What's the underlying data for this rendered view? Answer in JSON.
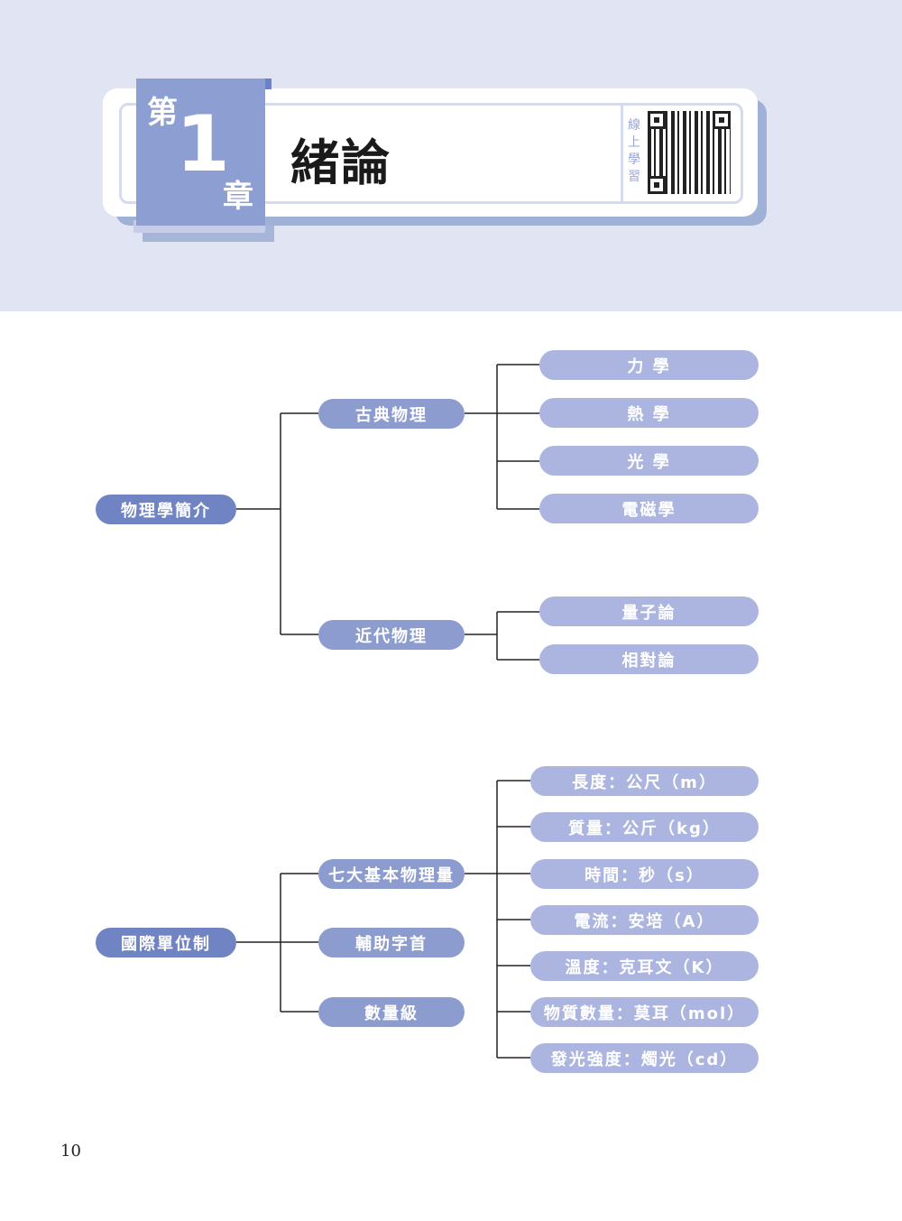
{
  "chapter": {
    "prefix": "第",
    "number": "1",
    "suffix": "章",
    "title": "緒論",
    "qr_label": "線上學習"
  },
  "tree1": {
    "root": "物理學簡介",
    "classical": {
      "label": "古典物理",
      "children": [
        "力 學",
        "熱 學",
        "光 學",
        "電磁學"
      ]
    },
    "modern": {
      "label": "近代物理",
      "children": [
        "量子論",
        "相對論"
      ]
    }
  },
  "tree2": {
    "root": "國際單位制",
    "branches": [
      "七大基本物理量",
      "輔助字首",
      "數量級"
    ],
    "quantities": [
      "長度：公尺（m）",
      "質量：公斤（kg）",
      "時間：秒（s）",
      "電流：安培（A）",
      "溫度：克耳文（K）",
      "物質數量：莫耳（mol）",
      "發光強度：燭光（cd）"
    ]
  },
  "page_number": "10"
}
